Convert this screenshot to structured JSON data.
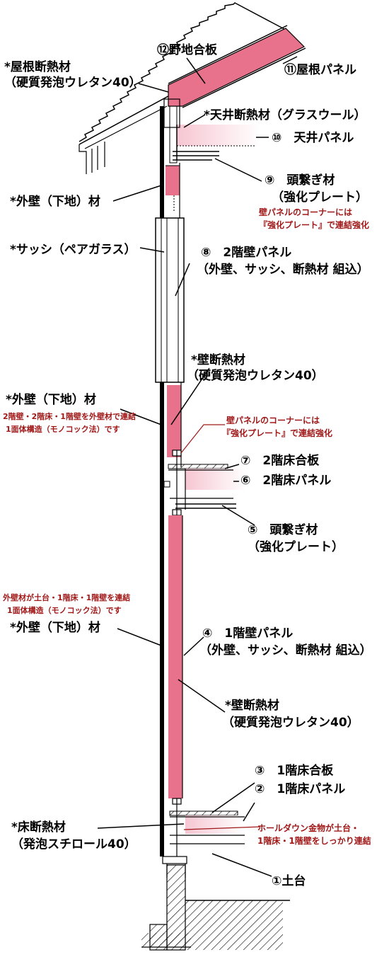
{
  "colors": {
    "insulation": "#e8728c",
    "insulation_light": "#f6c6d2",
    "note_red": "#a01818",
    "line": "#000000"
  },
  "labels": {
    "roof_insulation_1": "*屋根断熱材",
    "roof_insulation_2": "（硬質発泡ウレタン40）",
    "roof_plywood": "⑫野地合板",
    "roof_panel": "⑪屋根パネル",
    "ceiling_insulation": "*天井断熱材（グラスウール）",
    "ceiling_panel": "⑩　天井パネル",
    "head_beam_9_1": "⑨　頭繋ぎ材",
    "head_beam_9_2": "（強化プレート）",
    "note_corner_top_1": "壁パネルのコーナーには",
    "note_corner_top_2": "『強化プレート』で連結強化",
    "exterior_wall_top": "*外壁（下地）材",
    "sash": "*サッシ（ペアガラス）",
    "wall_panel_2f_1": "⑧　2階壁パネル",
    "wall_panel_2f_2": "（外壁、サッシ、断熱材 組込）",
    "wall_insulation_2f_1": "*壁断熱材",
    "wall_insulation_2f_2": "（硬質発泡ウレタン40）",
    "exterior_wall_mid": "*外壁（下地）材",
    "note_monocoque_2f_1": "2階壁・2階床・1階壁を外壁材で連結",
    "note_monocoque_2f_2": "1面体構造（モノコック法）です",
    "note_corner_mid_1": "壁パネルのコーナーには",
    "note_corner_mid_2": "『強化プレート』で連結強化",
    "floor_plywood_2f": "⑦　2階床合板",
    "floor_panel_2f": "⑥　2階床パネル",
    "head_beam_5_1": "⑤　頭繋ぎ材",
    "head_beam_5_2": "（強化プレート）",
    "note_monocoque_1f_1": "外壁材が土台・1階床・1階壁を連結",
    "note_monocoque_1f_2": "1面体構造（モノコック法）です",
    "exterior_wall_low": "*外壁（下地）材",
    "wall_panel_1f_1": "④　1階壁パネル",
    "wall_panel_1f_2": "（外壁、サッシ、断熱材 組込）",
    "wall_insulation_1f_1": "*壁断熱材",
    "wall_insulation_1f_2": "（硬質発泡ウレタン40）",
    "floor_plywood_1f": "③　1階床合板",
    "floor_panel_1f": "②　1階床パネル",
    "floor_insulation_1": "*床断熱材",
    "floor_insulation_2": "（発泡スチロール40）",
    "note_holddown_1": "ホールダウン金物が土台・",
    "note_holddown_2": "1階床・1階壁をしっかり連結",
    "sill": "①土台"
  }
}
